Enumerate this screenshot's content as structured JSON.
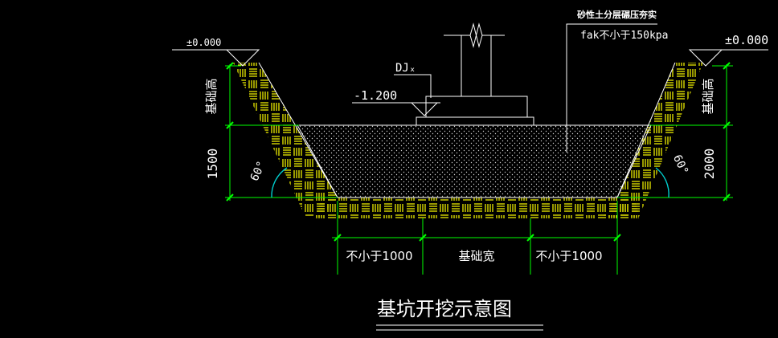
{
  "colors": {
    "background": "#000000",
    "outline": "#ffffff",
    "dimension": "#00ff00",
    "hatch": "#ffff00",
    "angle_arc": "#00cccc",
    "text": "#ffffff"
  },
  "labels": {
    "title": "基坑开挖示意图",
    "note_top": "砂性土分层碾压夯实",
    "note_fak": "fak不小于150kpa",
    "foundation_tag": "DJₓ",
    "elev_found": "-1.200",
    "elev_left": "±0.000",
    "elev_right": "±0.000",
    "depth_label_left": "基础高",
    "depth_label_right": "基础高",
    "dim_left": "1500",
    "dim_right": "2000",
    "angle_left": "60°",
    "angle_right": "60°",
    "bottom_left": "不小于1000",
    "bottom_mid": "基础宽",
    "bottom_right": "不小于1000"
  }
}
